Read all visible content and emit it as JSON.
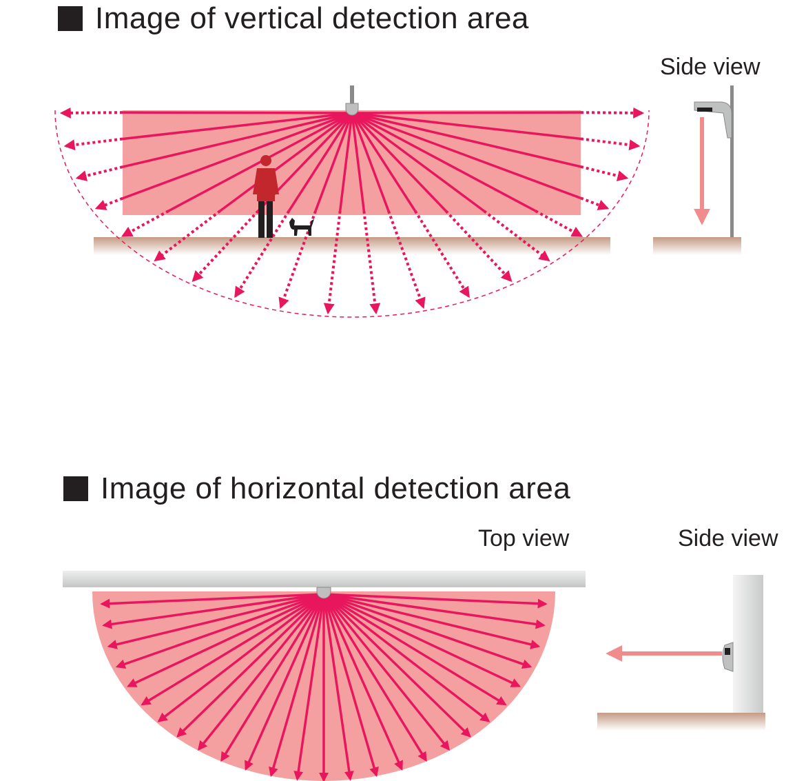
{
  "vertical_section": {
    "title": "Image of vertical detection area",
    "side_view_label": "Side view"
  },
  "horizontal_section": {
    "title": "Image of horizontal detection area",
    "top_view_label": "Top view",
    "side_view_label": "Side view"
  },
  "colors": {
    "beam": "#e8175d",
    "area_fill": "#f4a0a0",
    "ground": "#c49a84",
    "ceiling": "#d9dbdb",
    "text": "#231f20"
  }
}
